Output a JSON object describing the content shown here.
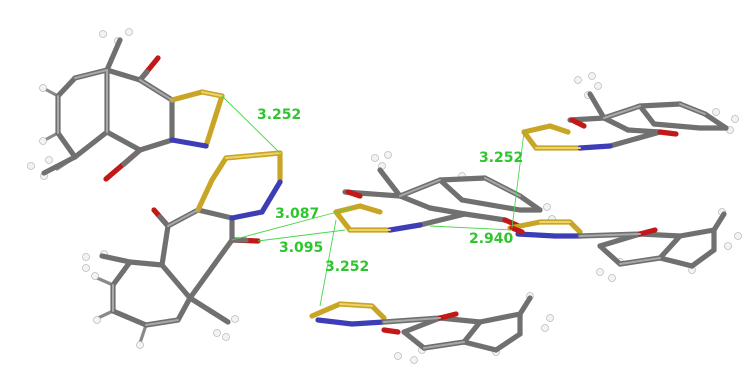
{
  "figure": {
    "contacts": [
      {
        "label": "3.252"
      },
      {
        "label": "3.087"
      },
      {
        "label": "3.095"
      },
      {
        "label": "3.252"
      },
      {
        "label": "2.940"
      },
      {
        "label": "3.252"
      }
    ],
    "colors": {
      "carbon": "#707070",
      "hydrogen": "#f3f3f3",
      "sulfur": "#c9a526",
      "nitrogen": "#3d3db6",
      "oxygen": "#c21818",
      "contact_line": "#49d649",
      "label": "#2ec52e"
    }
  }
}
